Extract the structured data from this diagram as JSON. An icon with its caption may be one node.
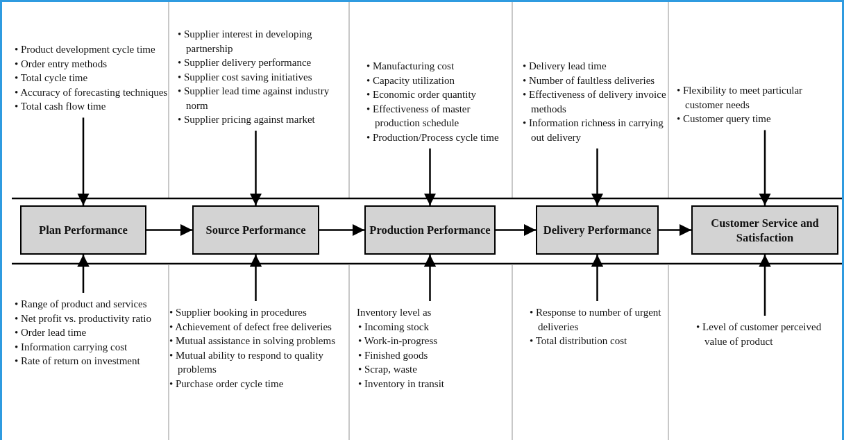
{
  "diagram": {
    "nodes": [
      {
        "text": [
          "• Product development cycle time",
          "• Order entry methods",
          "• Total cycle time",
          "• Accuracy of forecasting techniques",
          "• Total cash flow time"
        ]
      },
      {
        "text": [
          "• Supplier interest in developing partnership",
          "• Supplier delivery performance",
          "• Supplier cost saving initiatives",
          "• Supplier lead time against industry norm",
          "• Supplier pricing against market"
        ]
      },
      {
        "text": [
          "• Manufacturing cost",
          "• Capacity utilization",
          "• Economic order quantity",
          "• Effectiveness of master production schedule",
          "• Production/Process cycle time"
        ]
      },
      {
        "text": [
          "• Delivery lead time",
          "• Number of faultless deliveries",
          "• Effectiveness of delivery invoice methods",
          "• Information richness in carrying out delivery"
        ]
      },
      {
        "text": [
          "• Flexibility to meet particular customer needs",
          "• Customer query time"
        ]
      },
      {
        "text": [
          "Plan Performance"
        ]
      },
      {
        "text": [
          "Source Performance"
        ]
      },
      {
        "text": [
          "Production Performance"
        ]
      },
      {
        "text": [
          "Delivery Performance"
        ]
      },
      {
        "text": [
          "Customer Service and Satisfaction"
        ]
      },
      {
        "text": [
          "• Range of product and services",
          "• Net profit vs. productivity ratio",
          "• Order lead time",
          "• Information carrying cost",
          "• Rate of return on investment"
        ]
      },
      {
        "text": [
          "• Supplier booking in procedures",
          "• Achievement of defect free deliveries",
          "• Mutual assistance in solving problems",
          "• Mutual ability to respond to quality problems",
          "• Purchase order cycle time"
        ]
      },
      {
        "text": [
          "Inventory level as",
          "• Incoming stock",
          "• Work-in-progress",
          "• Finished goods",
          "• Scrap, waste",
          "• Inventory in transit"
        ]
      },
      {
        "text": [
          "• Response to number of urgent deliveries",
          "• Total distribution cost"
        ]
      },
      {
        "text": [
          "• Level of customer perceived value of product"
        ]
      }
    ],
    "edges": [
      {
        "from": 0,
        "to": 5,
        "arrow": "to"
      },
      {
        "from": 1,
        "to": 6,
        "arrow": "to"
      },
      {
        "from": 2,
        "to": 7,
        "arrow": "to"
      },
      {
        "from": 3,
        "to": 8,
        "arrow": "to"
      },
      {
        "from": 4,
        "to": 9,
        "arrow": "to"
      },
      {
        "from": 5,
        "to": 6,
        "arrow": "to"
      },
      {
        "from": 6,
        "to": 7,
        "arrow": "to"
      },
      {
        "from": 7,
        "to": 8,
        "arrow": "to"
      },
      {
        "from": 8,
        "to": 9,
        "arrow": "to"
      },
      {
        "from": 10,
        "to": 5,
        "arrow": "to"
      },
      {
        "from": 11,
        "to": 6,
        "arrow": "to"
      },
      {
        "from": 12,
        "to": 7,
        "arrow": "to"
      },
      {
        "from": 13,
        "to": 8,
        "arrow": "to"
      },
      {
        "from": 14,
        "to": 9,
        "arrow": "to"
      }
    ]
  }
}
